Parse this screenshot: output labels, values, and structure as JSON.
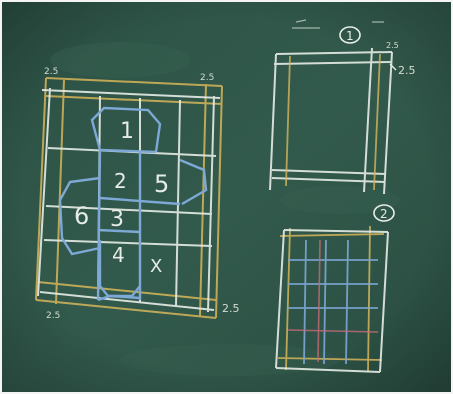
{
  "left_figure": {
    "faces": [
      "1",
      "2",
      "5",
      "6",
      "3",
      "4",
      "X"
    ],
    "corner_top_left": "2.5",
    "corner_top_right": "2.5",
    "corner_bottom_left": "2.5",
    "corner_bottom_right": "2.5"
  },
  "right_figures": {
    "label_top": "1",
    "label_bottom": "2",
    "dimension_top": "2.5",
    "dimension_right": "2.5"
  },
  "colors": {
    "board": "#2f5548",
    "chalk_white": "#e6ece6",
    "chalk_blue": "#7ea8d6",
    "chalk_yellow": "#d6b65a",
    "chalk_red": "#c86a78"
  }
}
